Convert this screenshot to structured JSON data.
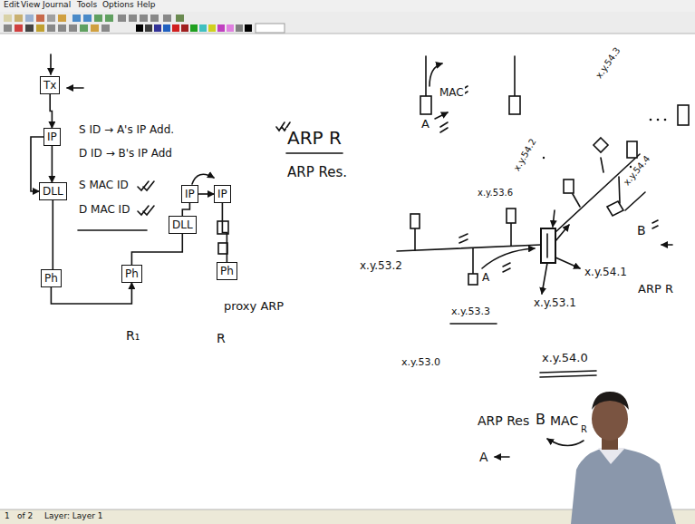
{
  "diagram": {
    "nodes": [
      {
        "text": [
          "Tx"
        ]
      },
      {
        "text": [
          "IP"
        ]
      },
      {
        "text": [
          "DLL"
        ]
      },
      {
        "text": [
          "Ph"
        ]
      },
      {
        "text": [
          "Ph"
        ]
      },
      {
        "text": [
          "DLL"
        ]
      },
      {
        "text": [
          "IP"
        ]
      },
      {
        "text": [
          "IP"
        ]
      },
      {
        "text": [
          "Ph"
        ]
      }
    ],
    "edges": [
      {
        "from": 0,
        "to": 1,
        "arrow": "to"
      },
      {
        "from": 1,
        "to": 2,
        "arrow": "to"
      },
      {
        "from": 2,
        "to": 3,
        "arrow": "none"
      },
      {
        "from": 1,
        "to": 2,
        "arrow": "to"
      },
      {
        "from": 3,
        "to": 4,
        "arrow": "to"
      },
      {
        "from": 4,
        "to": 5,
        "arrow": "none"
      },
      {
        "from": 5,
        "to": 6,
        "arrow": "none"
      },
      {
        "from": 6,
        "to": 7,
        "arrow": "to"
      },
      {
        "from": 7,
        "to": 8,
        "arrow": "none"
      }
    ],
    "labels": [
      "Edit",
      "View",
      "Journal",
      "Tools",
      "Options",
      "Help",
      "S ID → A's IP Add.",
      "D ID → B's IP Add",
      "S MAC ID",
      "D MAC ID",
      "R₁",
      "R",
      "proxy ARP",
      "ARP R",
      "ARP Res.",
      "MAC",
      "A",
      "x.y.53.6",
      "x.y.53.2",
      "A",
      "x.y.53.3",
      "x.y.53.1",
      "x.y.54.1",
      "x.y.54.2",
      "x.y.54.3",
      "x.y.54.4",
      "B",
      "ARP R",
      "x.y.53.0",
      "x.y.54.0",
      "ARP Res",
      "B",
      "MAC",
      "R",
      "A",
      "1",
      "of 2",
      "Layer: Layer 1"
    ]
  }
}
